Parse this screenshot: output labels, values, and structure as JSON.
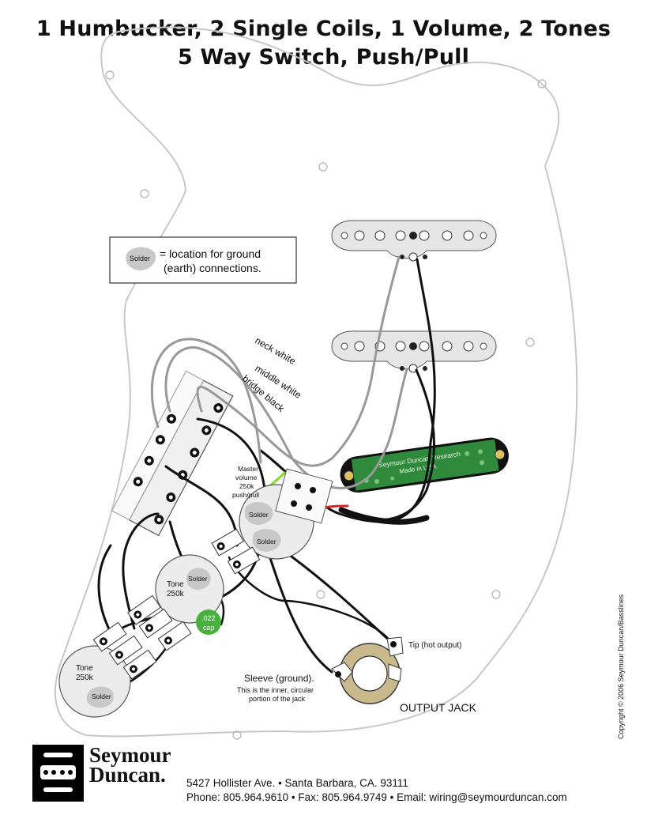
{
  "title": {
    "line1": "1 Humbucker, 2 Single Coils, 1 Volume, 2 Tones",
    "line2": "5 Way Switch, Push/Pull"
  },
  "legend": {
    "solder_symbol": "Solder",
    "line1": "= location for ground",
    "line2": "(earth) connections."
  },
  "wire_labels": {
    "neck": "neck white",
    "middle": "middle white",
    "bridge": "bridge black"
  },
  "humbucker": {
    "line1": "Seymour Duncan Research",
    "line2": "Made in USA"
  },
  "master_volume": {
    "line1": "Master",
    "line2": "volume",
    "line3": "250k",
    "line4": "push/pull",
    "solder_top": "Solder",
    "solder_bottom": "Solder"
  },
  "tone_pot_1": {
    "name": "Tone",
    "value": "250k",
    "solder": "Solder"
  },
  "tone_pot_2": {
    "name": "Tone",
    "value": "250k",
    "solder": "Solder"
  },
  "capacitor": {
    "value": ".022",
    "unit": "cap"
  },
  "tip_label": "Tip (hot output)",
  "sleeve": {
    "line1": "Sleeve (ground).",
    "line2": "This is the inner, circular",
    "line3": "portion of the jack"
  },
  "output_jack_label": "OUTPUT JACK",
  "copyright": "Copyright © 2006 Seymour Duncan/Basslines",
  "brand": {
    "line1": "Seymour",
    "line2": "Duncan."
  },
  "address": {
    "line1": "5427 Hollister Ave. • Santa Barbara, CA. 93111",
    "line2": "Phone: 805.964.9610 • Fax: 805.964.9749 • Email: wiring@seymourduncan.com"
  },
  "colors": {
    "pickguard_outline": "#c8c8c8",
    "pickup_cover": "#e6e6e6",
    "humbucker_board": "#2f8a3c",
    "capacitor": "#46b23c",
    "solder": "#c8c8c8",
    "white_wire": "#999999",
    "green_wire": "#7fdc2e",
    "red_wire": "#e02020",
    "jack_ring": "#c9b98c"
  }
}
